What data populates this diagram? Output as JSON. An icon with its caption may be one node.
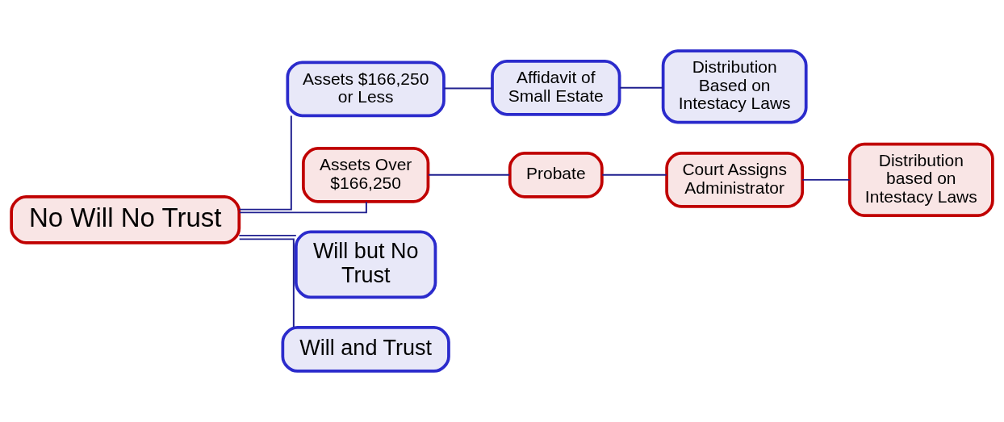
{
  "diagram": {
    "nodes": [
      {
        "text": [
          "No Will No Trust"
        ]
      },
      {
        "text": [
          "Assets $166,250 or Less"
        ]
      },
      {
        "text": [
          "Affidavit of Small Estate"
        ]
      },
      {
        "text": [
          "Distribution Based on Intestacy Laws"
        ]
      },
      {
        "text": [
          "Assets Over $166,250"
        ]
      },
      {
        "text": [
          "Probate"
        ]
      },
      {
        "text": [
          "Court Assigns Administrator"
        ]
      },
      {
        "text": [
          "Distribution based on Intestacy Laws"
        ]
      },
      {
        "text": [
          "Will but No Trust"
        ]
      },
      {
        "text": [
          "Will and Trust"
        ]
      }
    ],
    "edges": [
      {
        "from": 0,
        "to": 1,
        "arrow": "none"
      },
      {
        "from": 0,
        "to": 4,
        "arrow": "none"
      },
      {
        "from": 1,
        "to": 2,
        "arrow": "none"
      },
      {
        "from": 2,
        "to": 3,
        "arrow": "none"
      },
      {
        "from": 4,
        "to": 5,
        "arrow": "none"
      },
      {
        "from": 5,
        "to": 6,
        "arrow": "none"
      },
      {
        "from": 6,
        "to": 7,
        "arrow": "none"
      },
      {
        "from": 0,
        "to": 8,
        "arrow": "none"
      },
      {
        "from": 0,
        "to": 9,
        "arrow": "none"
      }
    ]
  }
}
